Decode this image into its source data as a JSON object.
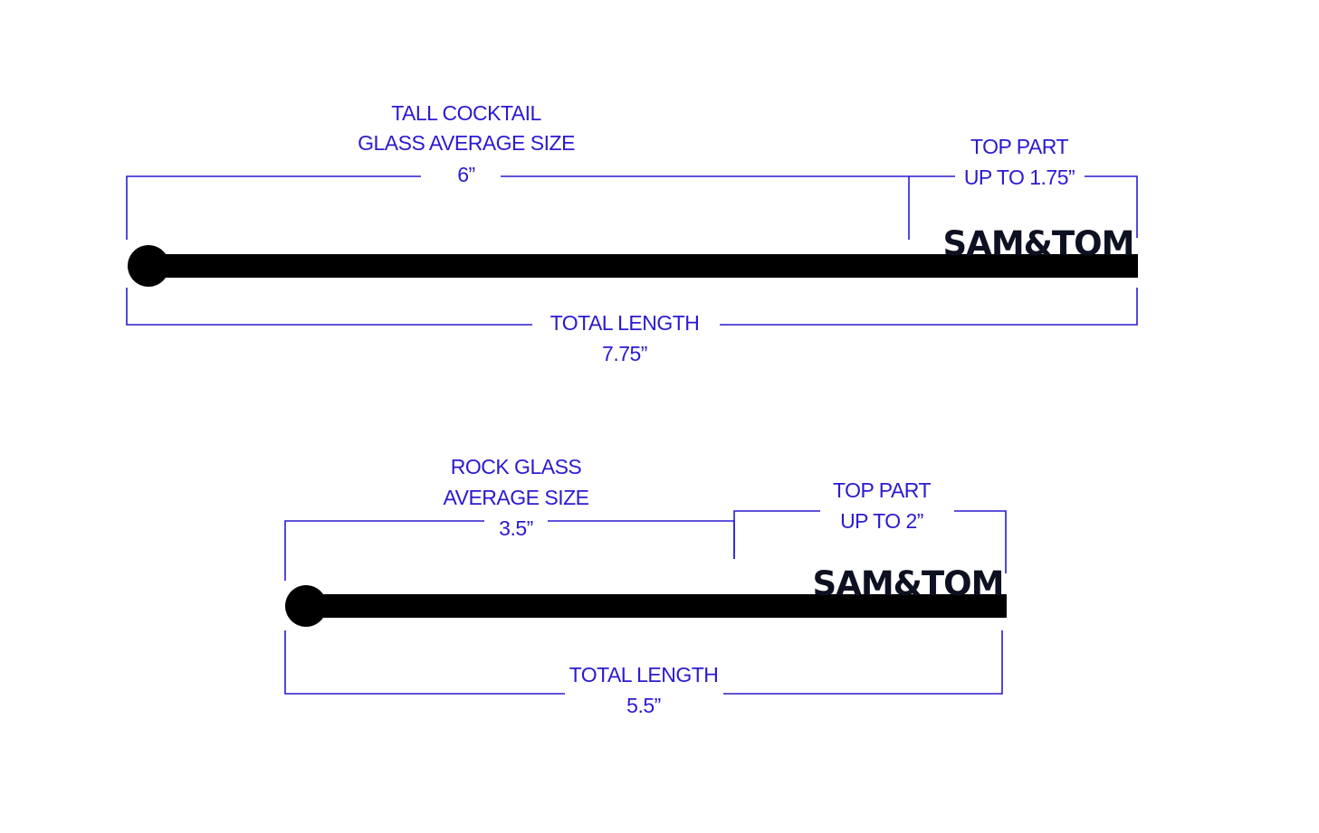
{
  "colors": {
    "dimension": "#2a1ad0",
    "stirrer": "#000000",
    "brand": "#0d1020",
    "background": "#ffffff"
  },
  "diagrams": [
    {
      "id": "tall",
      "glass_label_line1": "TALL COCKTAIL",
      "glass_label_line2": "GLASS AVERAGE SIZE",
      "glass_value": "6”",
      "top_label_line1": "TOP PART",
      "top_value": "UP TO 1.75”",
      "total_label": "TOTAL LENGTH",
      "total_value": "7.75”",
      "brand": "SAM&TOM"
    },
    {
      "id": "rock",
      "glass_label_line1": "ROCK GLASS",
      "glass_label_line2": "AVERAGE SIZE",
      "glass_value": "3.5”",
      "top_label_line1": "TOP PART",
      "top_value": "UP TO 2”",
      "total_label": "TOTAL LENGTH",
      "total_value": "5.5”",
      "brand": "SAM&TOM"
    }
  ]
}
